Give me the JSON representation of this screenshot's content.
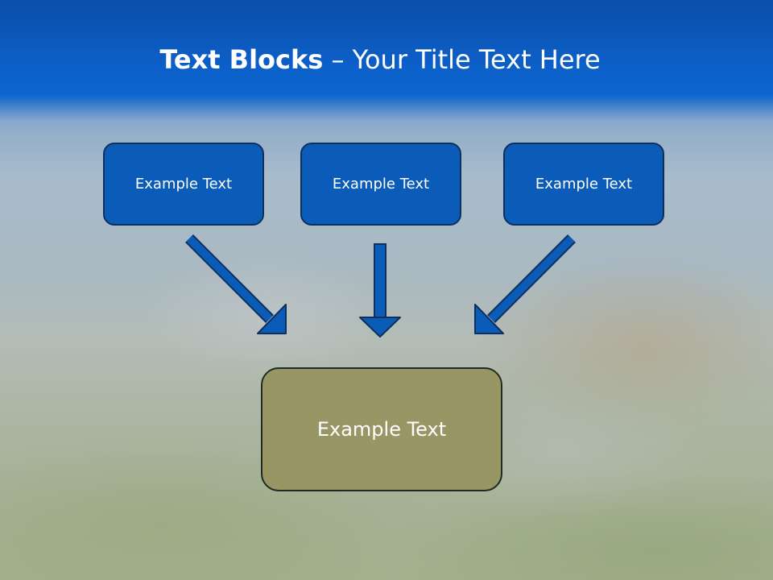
{
  "slide": {
    "title_bold": "Text Blocks",
    "title_rest": " – Your Title Text Here",
    "blocks": [
      "Example Text",
      "Example Text",
      "Example Text"
    ],
    "center_block": "Example Text"
  },
  "colors": {
    "header": "#0c5fc8",
    "block_fill": "#0b5cb8",
    "block_border": "#0d2f5c",
    "center_fill": "#979664",
    "arrow": "#0b5cb8"
  },
  "icons": [
    "arrow-down-right-icon",
    "arrow-down-icon",
    "arrow-down-left-icon"
  ]
}
